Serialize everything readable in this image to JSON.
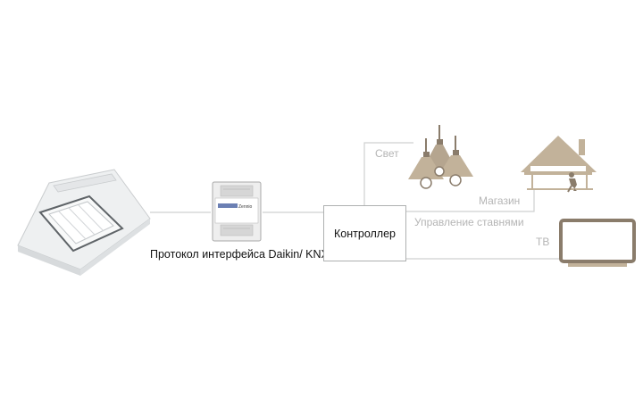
{
  "diagram": {
    "interface_label": "Протокол интерфейса Daikin/ KNX",
    "controller_label": "Контроллер",
    "outputs": {
      "light": "Свет",
      "shop": "Магазин",
      "shutters": "Управление ставнями",
      "tv": "ТВ"
    },
    "module_brand_text": "Zennio",
    "colors": {
      "line": "#cfd0d0",
      "icon_tan": "#c2b29a",
      "icon_dark": "#8a7c6b",
      "label_gray": "#b5b5b5"
    }
  }
}
